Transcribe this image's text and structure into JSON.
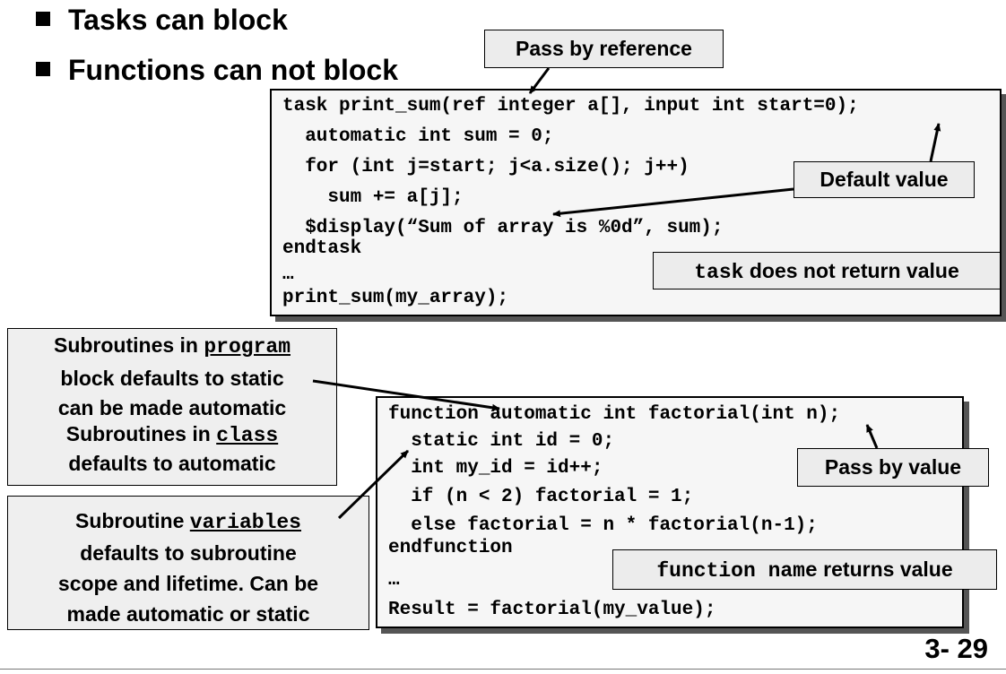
{
  "bullets": [
    "Tasks can block",
    "Functions can not block"
  ],
  "task_code": [
    "task print_sum(ref integer a[], input int start=0);",
    "  automatic int sum = 0;",
    "  for (int j=start; j<a.size(); j++)",
    "    sum += a[j];",
    "  $display(“Sum of array is %0d”, sum);",
    "endtask",
    "…",
    "print_sum(my_array);"
  ],
  "function_code": [
    "function automatic int factorial(int n);",
    "  static int id = 0;",
    "  int my_id = id++;",
    "  if (n < 2) factorial = 1;",
    "  else factorial = n * factorial(n-1);",
    "endfunction",
    "…",
    "Result = factorial(my_value);"
  ],
  "callouts": {
    "pass_by_reference": "Pass by reference",
    "default_value": "Default value",
    "task_no_return_kw": "task",
    "task_no_return_text": " does not return value",
    "pass_by_value": "Pass by value",
    "function_returns_kw": "function name",
    "function_returns_text": " returns value"
  },
  "side_note_1": {
    "l1_pre": "Subroutines in ",
    "l1_kw": "program",
    "l2": "block defaults to static",
    "l3": "can be made automatic",
    "l4_pre": "Subroutines in ",
    "l4_kw": "class",
    "l5": "defaults to automatic"
  },
  "side_note_2": {
    "l1_pre": "Subroutine ",
    "l1_kw": "variables",
    "l2": "defaults to subroutine",
    "l3": "scope and lifetime.  Can be",
    "l4": "made automatic or static"
  },
  "page_number": "3- 29"
}
